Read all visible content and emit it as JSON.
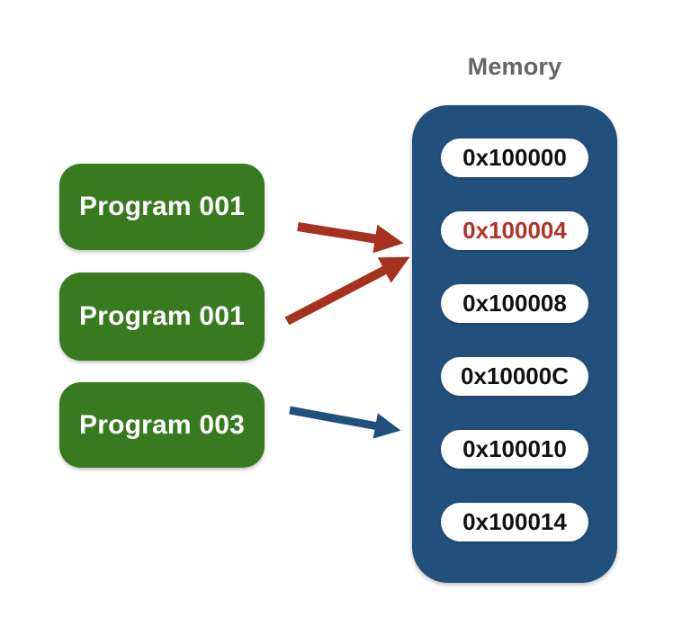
{
  "title": "Memory",
  "programs": [
    {
      "label": "Program 001"
    },
    {
      "label": "Program 001"
    },
    {
      "label": "Program 003"
    }
  ],
  "memory": {
    "cells": [
      {
        "label": "0x100000",
        "highlight": false
      },
      {
        "label": "0x100004",
        "highlight": true
      },
      {
        "label": "0x100008",
        "highlight": false
      },
      {
        "label": "0x10000C",
        "highlight": false
      },
      {
        "label": "0x100010",
        "highlight": false
      },
      {
        "label": "0x100014",
        "highlight": false
      }
    ]
  },
  "arrows": [
    {
      "from": "Program 001 (top)",
      "to": "0x100004",
      "color": "red"
    },
    {
      "from": "Program 001 (middle)",
      "to": "0x100004",
      "color": "red"
    },
    {
      "from": "Program 003",
      "to": "0x100010",
      "color": "blue"
    }
  ],
  "colors": {
    "program_green": "#377A1F",
    "memory_blue": "#21507D",
    "highlight_red": "#B03324",
    "arrow_red": "#A5311E",
    "arrow_blue": "#21507D",
    "title_gray": "#666666",
    "cell_text": "#111111",
    "cell_bg": "#FFFFFF",
    "page_bg": "#FFFFFF"
  }
}
